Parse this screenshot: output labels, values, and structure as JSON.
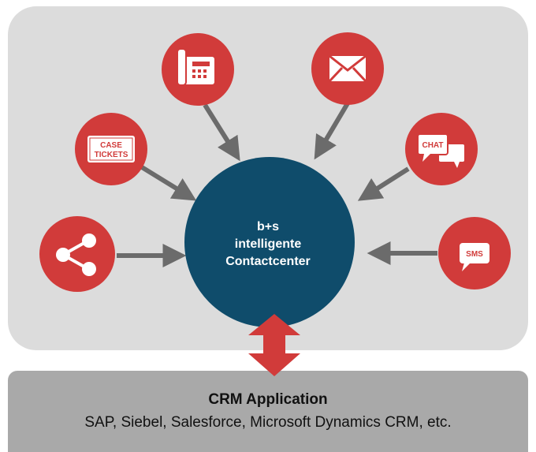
{
  "colors": {
    "panel": "#dcdcdc",
    "hub": "#0f4c6b",
    "channel": "#d13b3a",
    "arrow": "#6b6b6b",
    "bidirectional_arrow": "#d13b3a",
    "crm_bar": "#a9a9a9"
  },
  "hub": {
    "line1": "b+s",
    "line2": "intelligente",
    "line3": "Contactcenter"
  },
  "channels": [
    {
      "icon": "phone-icon"
    },
    {
      "icon": "mail-icon"
    },
    {
      "icon": "case-tickets-icon",
      "line1": "CASE",
      "line2": "TICKETS"
    },
    {
      "icon": "chat-icon",
      "label": "CHAT"
    },
    {
      "icon": "share-icon"
    },
    {
      "icon": "sms-icon",
      "label": "SMS"
    }
  ],
  "crm": {
    "title": "CRM Application",
    "subtitle": "SAP, Siebel, Salesforce, Microsoft Dynamics CRM, etc."
  }
}
